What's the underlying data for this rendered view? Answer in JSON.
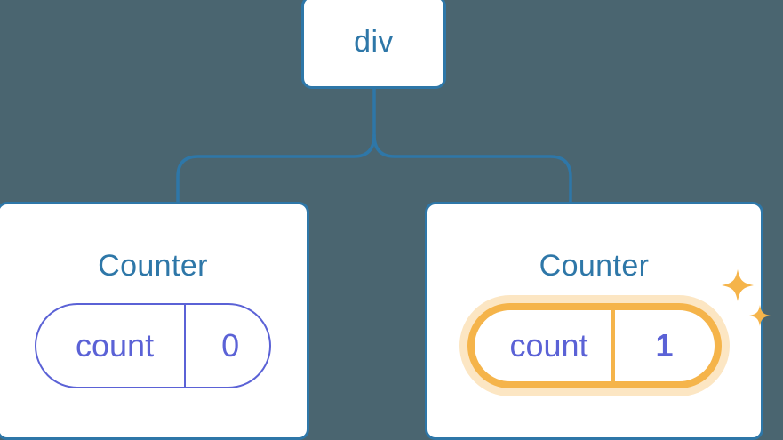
{
  "diagram": {
    "type": "component-tree",
    "background_color": "#4a6570",
    "node_border_color": "#2e77a8",
    "node_title_color": "#2e77a8",
    "state_color": "#5b62d6",
    "highlight_color": "#f5b44a",
    "highlight_glow_color": "#fbdcae",
    "root": {
      "label": "div"
    },
    "children": [
      {
        "title": "Counter",
        "state": {
          "key": "count",
          "value": "0",
          "highlighted": false
        }
      },
      {
        "title": "Counter",
        "state": {
          "key": "count",
          "value": "1",
          "highlighted": true
        },
        "decorations": [
          "sparkle-large-icon",
          "sparkle-small-icon"
        ]
      }
    ]
  }
}
